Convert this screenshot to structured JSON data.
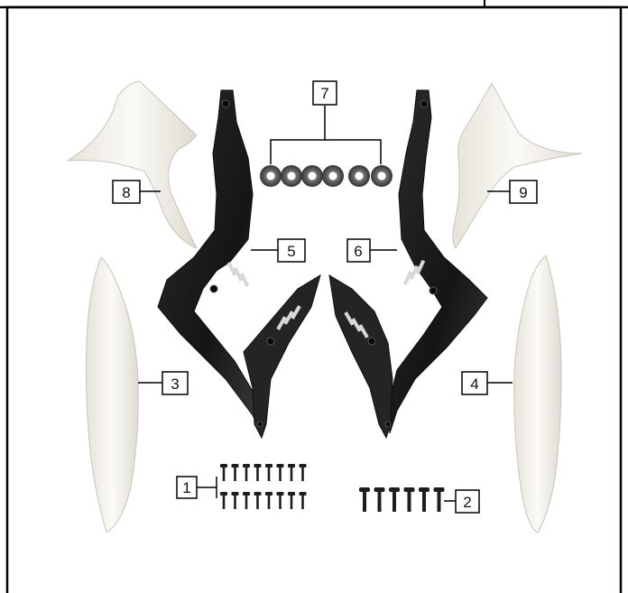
{
  "diagram": {
    "callouts": [
      {
        "id": "1",
        "label": "1"
      },
      {
        "id": "2",
        "label": "2"
      },
      {
        "id": "3",
        "label": "3"
      },
      {
        "id": "4",
        "label": "4"
      },
      {
        "id": "5",
        "label": "5"
      },
      {
        "id": "6",
        "label": "6"
      },
      {
        "id": "7",
        "label": "7"
      },
      {
        "id": "8",
        "label": "8"
      },
      {
        "id": "9",
        "label": "9"
      }
    ],
    "colors": {
      "panel_white": "#f4f2ec",
      "panel_shadow": "#d9d6cc",
      "body_black": "#1c1c1e",
      "body_grey": "#3a3a3d",
      "line": "#000000"
    }
  }
}
